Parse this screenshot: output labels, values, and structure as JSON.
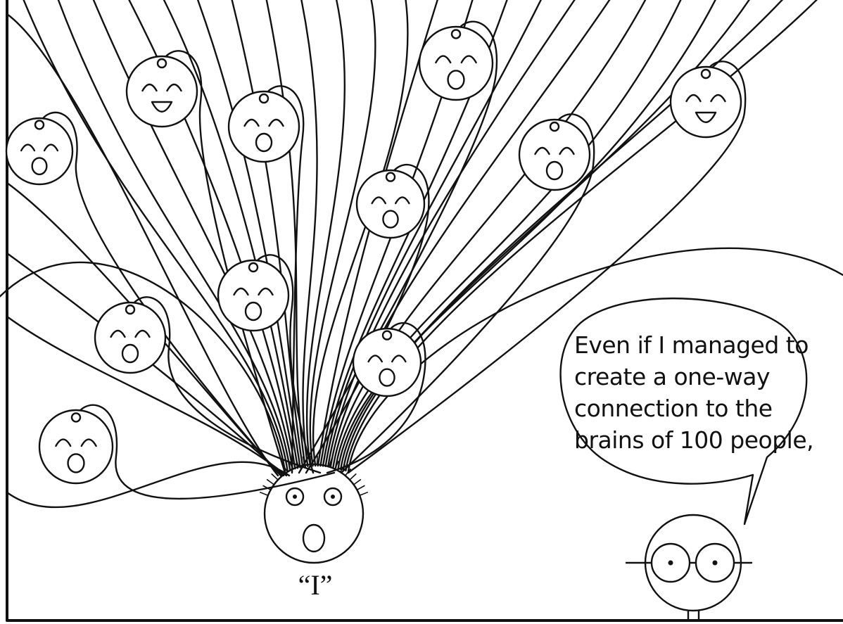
{
  "speech_bubble": {
    "lines": [
      "Even if I managed to",
      "create a one-way",
      "connection to the",
      " brains of 100 people,"
    ]
  },
  "main_figure": {
    "caption": "“I”"
  },
  "colors": {
    "ink": "#111111",
    "paper": "#ffffff"
  }
}
